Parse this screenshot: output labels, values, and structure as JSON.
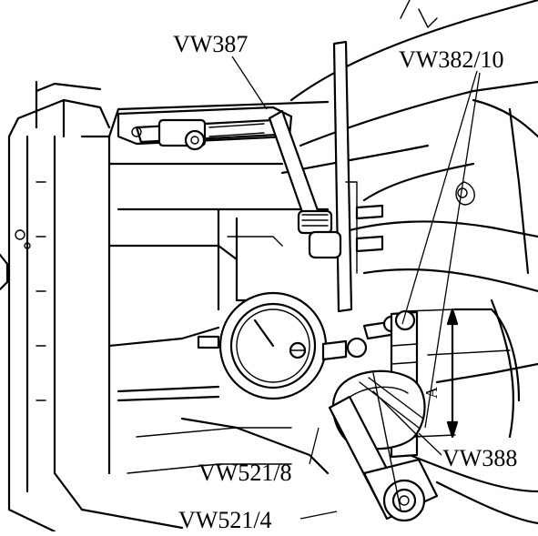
{
  "figure": {
    "labels": {
      "vw387": "VW387",
      "vw382_10": "VW382/10",
      "vw388": "VW388",
      "vw521_8": "VW521/8",
      "vw521_4": "VW521/4",
      "dimension": "A"
    },
    "colors": {
      "ink": "#000000",
      "paper": "#ffffff"
    }
  }
}
